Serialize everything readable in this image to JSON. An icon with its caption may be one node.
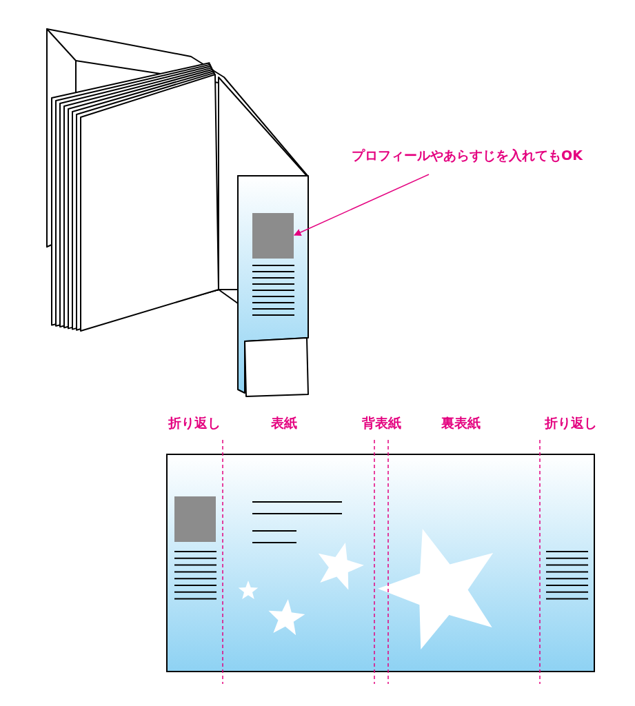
{
  "diagram": {
    "nodes": [
      {
        "text": [
          "プロフィールやあらすじを入れてもOK"
        ]
      },
      {
        "text": [],
        "shape": "box"
      }
    ],
    "edges": [
      {
        "from": 0,
        "to": 1,
        "arrow": "to"
      }
    ],
    "labels": [
      "折り返し",
      "表紙",
      "背表紙",
      "裏表紙",
      "折り返し"
    ]
  }
}
